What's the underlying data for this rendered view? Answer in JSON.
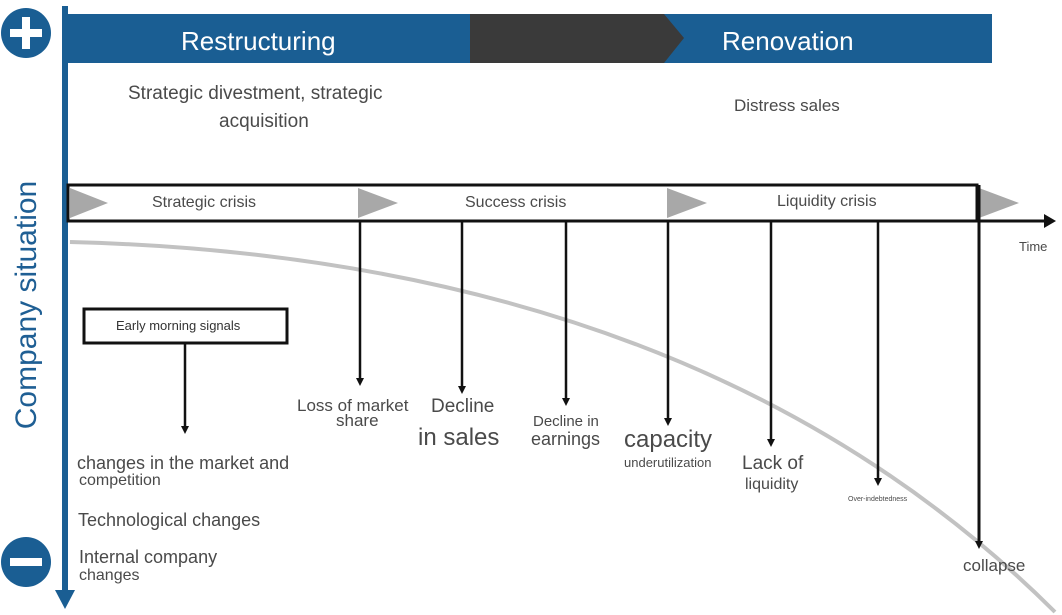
{
  "colors": {
    "accent": "#1a5e93",
    "dark_segment": "#3a3a3a",
    "text": "#4a4a4a",
    "triangle": "#a8a8a8"
  },
  "icons": {
    "top": "plus-circle-icon",
    "bottom": "minus-circle-icon"
  },
  "vertical_axis": {
    "label": "Company situation"
  },
  "time_axis": {
    "label": "Time"
  },
  "banner": {
    "left": "Restructuring",
    "right": "Renovation"
  },
  "phase_notes": {
    "left": [
      "Strategic divestment, strategic",
      "acquisition"
    ],
    "right": "Distress sales"
  },
  "crises": [
    "Strategic crisis",
    "Success crisis",
    "Liquidity crisis"
  ],
  "early_signals": {
    "box_label": "Early morning signals",
    "items": [
      [
        "changes in the market and",
        "competition"
      ],
      [
        "Technological changes"
      ],
      [
        "Internal company",
        "changes"
      ]
    ]
  },
  "indicators": {
    "market_share": [
      "Loss of market",
      "share"
    ],
    "sales": [
      "Decline",
      "in sales"
    ],
    "earnings": [
      "Decline in",
      "earnings"
    ],
    "capacity": [
      "capacity",
      "underutilization"
    ],
    "liquidity": [
      "Lack of",
      "liquidity"
    ],
    "indebtedness": "Over-indebtedness",
    "collapse": "collapse"
  }
}
